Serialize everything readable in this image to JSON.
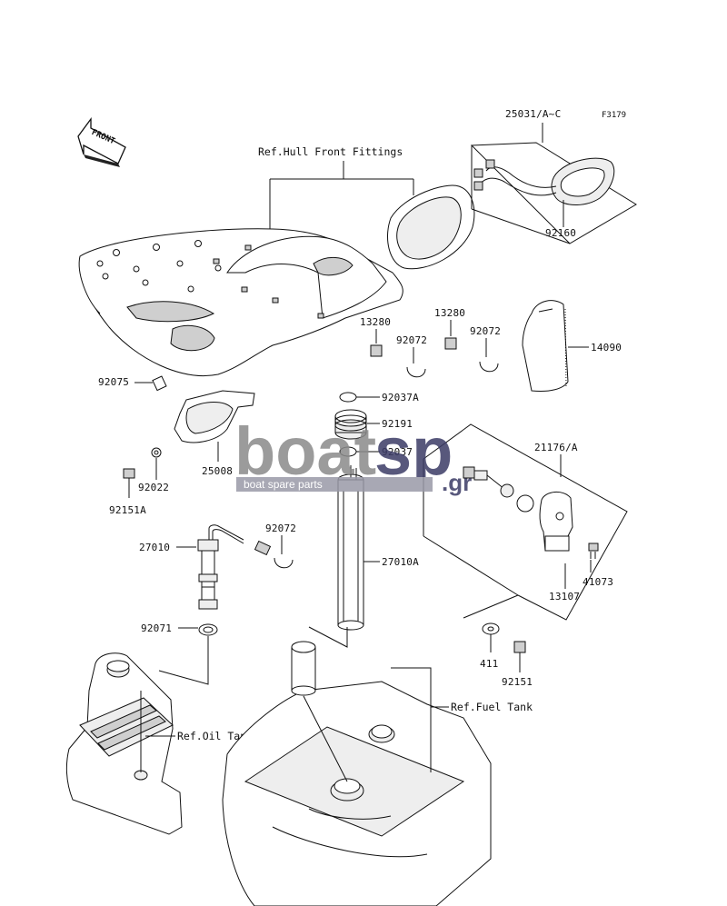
{
  "figure_code": "F3179",
  "front_arrow_text": "FRONT",
  "references": {
    "hull_front_fittings": "Ref.Hull Front Fittings",
    "oil_tank": "Ref.Oil Tank",
    "fuel_tank": "Ref.Fuel Tank"
  },
  "part_labels": {
    "p25031": "25031/A~C",
    "p92160": "92160",
    "p13280a": "13280",
    "p13280b": "13280",
    "p92072a": "92072",
    "p92072b": "92072",
    "p92072c": "92072",
    "p14090": "14090",
    "p92075": "92075",
    "p92037A": "92037A",
    "p92191": "92191",
    "p92037": "92037",
    "p25008": "25008",
    "p92022": "92022",
    "p92151A": "92151A",
    "p21176": "21176/A",
    "p27010": "27010",
    "p27010A": "27010A",
    "p41073": "41073",
    "p13107": "13107",
    "p92071": "92071",
    "p411": "411",
    "p92151": "92151"
  },
  "watermark": {
    "main_left": "boat",
    "main_right": "sp",
    "tld": ".gr",
    "tagline": "boat spare parts",
    "color_left": "#8a8a8a",
    "color_right": "#3b3b66"
  },
  "colors": {
    "line": "#111111",
    "background": "#ffffff"
  }
}
